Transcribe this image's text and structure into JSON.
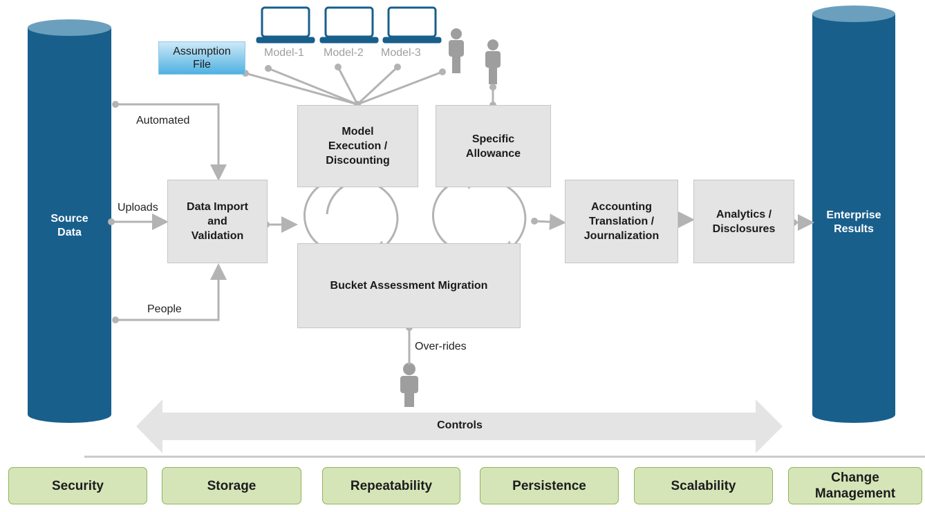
{
  "source": {
    "label_line1": "Source",
    "label_line2": "Data"
  },
  "enterprise": {
    "label_line1": "Enterprise",
    "label_line2": "Results"
  },
  "assumption_file": {
    "line1": "Assumption",
    "line2": "File"
  },
  "models": [
    "Model-1",
    "Model-2",
    "Model-3"
  ],
  "edges": {
    "automated": "Automated",
    "uploads": "Uploads",
    "people": "People",
    "overrides": "Over-rides"
  },
  "boxes": {
    "data_import": [
      "Data Import",
      "and",
      "Validation"
    ],
    "model_execution": [
      "Model",
      "Execution /",
      "Discounting"
    ],
    "specific_allowance": [
      "Specific",
      "Allowance"
    ],
    "bucket": "Bucket Assessment Migration",
    "accounting": [
      "Accounting",
      "Translation /",
      "Journalization"
    ],
    "analytics": [
      "Analytics /",
      "Disclosures"
    ]
  },
  "controls": "Controls",
  "pillars": [
    "Security",
    "Storage",
    "Repeatability",
    "Persistence",
    "Scalability",
    "Change Management"
  ],
  "colors": {
    "cylinder": "#185f8c",
    "cylinder_top": "#6aa0bd",
    "box": "#e4e4e4",
    "connector": "#b3b3b3",
    "pillar_fill": "#d5e5b8",
    "pillar_border": "#8fb35c"
  },
  "icons": {
    "laptop": "laptop-icon",
    "person": "person-icon"
  }
}
